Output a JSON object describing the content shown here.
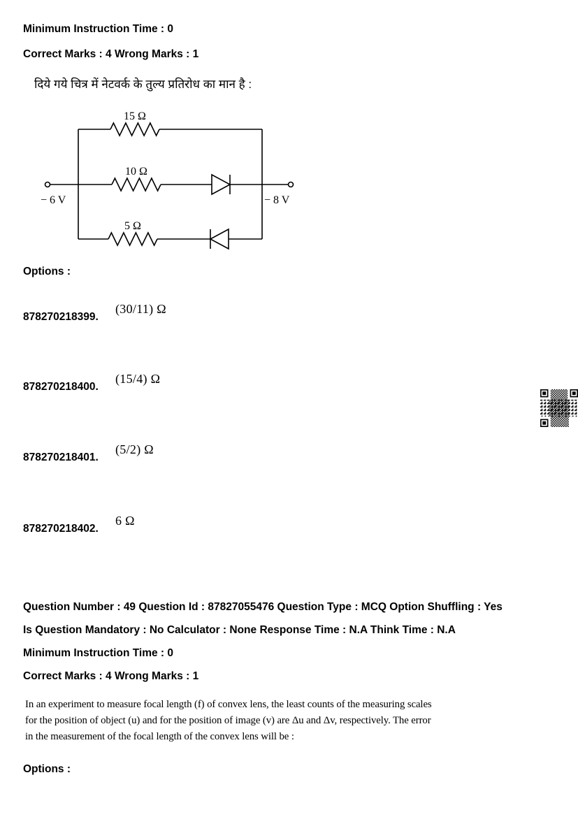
{
  "question48": {
    "meta_line1": "Minimum Instruction Time : 0",
    "meta_line2": "Correct Marks : 4 Wrong Marks : 1",
    "question_text": "दिये गये चित्र में नेटवर्क के तुल्य प्रतिरोध का मान है :",
    "circuit": {
      "r_top": "15 Ω",
      "r_mid": "10 Ω",
      "r_bottom": "5 Ω",
      "left_terminal": "− 6 V",
      "right_terminal": "− 8 V"
    },
    "options_label": "Options :",
    "options": [
      {
        "id": "878270218399.",
        "value": "(30/11) Ω"
      },
      {
        "id": "878270218400.",
        "value": "(15/4) Ω"
      },
      {
        "id": "878270218401.",
        "value": "(5/2) Ω"
      },
      {
        "id": "878270218402.",
        "value": "6 Ω"
      }
    ]
  },
  "question49": {
    "meta_line1": "Question Number : 49 Question Id : 87827055476 Question Type : MCQ Option Shuffling : Yes",
    "meta_line2": "Is Question Mandatory : No Calculator : None Response Time : N.A Think Time : N.A",
    "meta_line3": "Minimum Instruction Time : 0",
    "meta_line4": "Correct Marks : 4 Wrong Marks : 1",
    "body_line1": "In an experiment to measure focal length (f) of convex lens, the least counts of the measuring scales",
    "body_line2": "for the position of object (u) and for the position of image (v) are Δu and Δv, respectively.  The error",
    "body_line3": "in the measurement of the focal length of the convex lens will be :",
    "options_label": "Options :"
  }
}
